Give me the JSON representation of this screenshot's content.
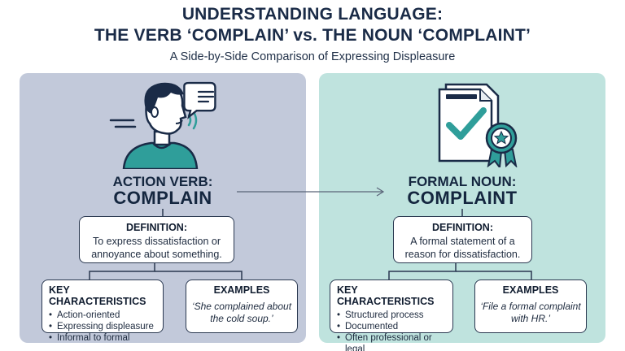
{
  "header": {
    "title_line1": "UNDERSTANDING LANGUAGE:",
    "title_line2": "THE VERB ‘COMPLAIN’ vs. THE NOUN ‘COMPLAINT’",
    "subtitle": "A Side-by-Side Comparison of Expressing Displeasure"
  },
  "left": {
    "kind": "ACTION VERB:",
    "word": "COMPLAIN",
    "definition_title": "DEFINITION:",
    "definition_text": "To express dissatisfaction or annoyance about something.",
    "characteristics_title": "KEY CHARACTERISTICS",
    "characteristics": [
      "Action-oriented",
      "Expressing displeasure",
      "Informal to formal"
    ],
    "examples_title": "EXAMPLES",
    "example_text": "‘She complained about the cold soup.’"
  },
  "right": {
    "kind": "FORMAL NOUN:",
    "word": "COMPLAINT",
    "definition_title": "DEFINITION:",
    "definition_text": "A formal statement of a reason for dissatisfaction.",
    "characteristics_title": "KEY CHARACTERISTICS",
    "characteristics": [
      "Structured process",
      "Documented",
      "Often professional or legal"
    ],
    "examples_title": "EXAMPLES",
    "example_text": "‘File a formal complaint with HR.’"
  },
  "icons": {
    "left": "speaking-person-icon",
    "right": "document-checkmark-icon"
  },
  "colors": {
    "left_panel": "#c2c9da",
    "right_panel": "#bfe3de",
    "teal": "#2f9e9a",
    "navy": "#1a2b47"
  }
}
